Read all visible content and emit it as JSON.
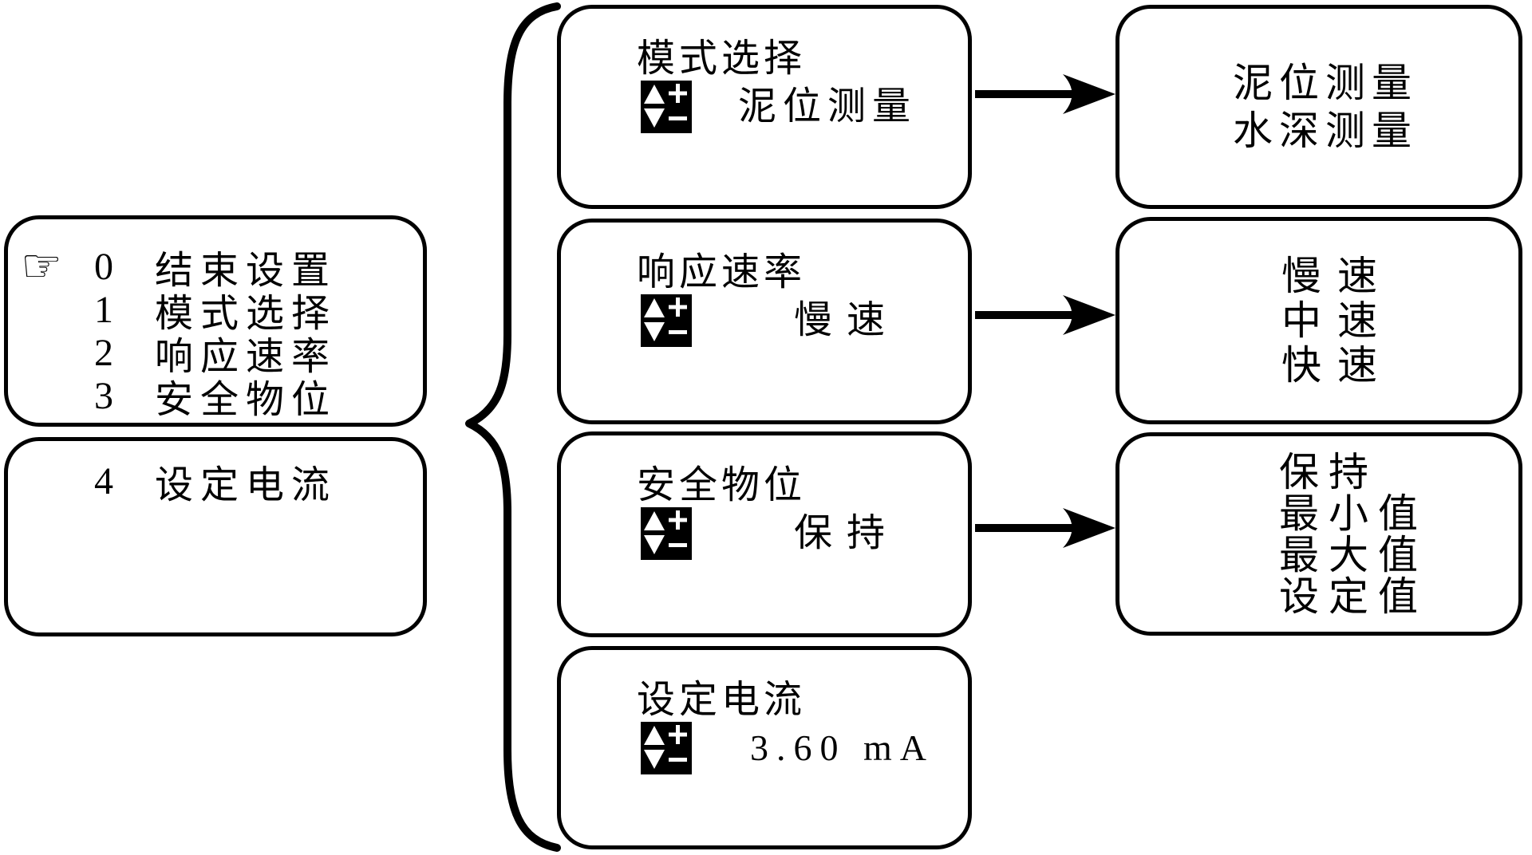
{
  "colors": {
    "ink": "#000000",
    "background": "#ffffff"
  },
  "left_menu": {
    "pointer_glyph": "☞",
    "box1": {
      "items": [
        {
          "num": "0",
          "label": "结束设置",
          "selected": true
        },
        {
          "num": "1",
          "label": "模式选择",
          "selected": false
        },
        {
          "num": "2",
          "label": "响应速率",
          "selected": false
        },
        {
          "num": "3",
          "label": "安全物位",
          "selected": false
        }
      ]
    },
    "box2": {
      "items": [
        {
          "num": "4",
          "label": "设定电流",
          "selected": false
        }
      ]
    }
  },
  "screens": [
    {
      "title": "模式选择",
      "value": "泥位测量"
    },
    {
      "title": "响应速率",
      "value": "慢速"
    },
    {
      "title": "安全物位",
      "value": "保持"
    },
    {
      "title": "设定电流",
      "value": "3.60 mA"
    }
  ],
  "options": [
    {
      "items": [
        "泥位测量",
        "水深测量"
      ]
    },
    {
      "items": [
        "慢速",
        "中速",
        "快速"
      ]
    },
    {
      "items": [
        "保持",
        "最小值",
        "最大值",
        "设定值"
      ]
    }
  ],
  "icons": {
    "adjust": "up-down-plus-minus-adjust",
    "pointer": "pointing-hand",
    "connector": "curly-brace",
    "flow": "right-arrow"
  }
}
